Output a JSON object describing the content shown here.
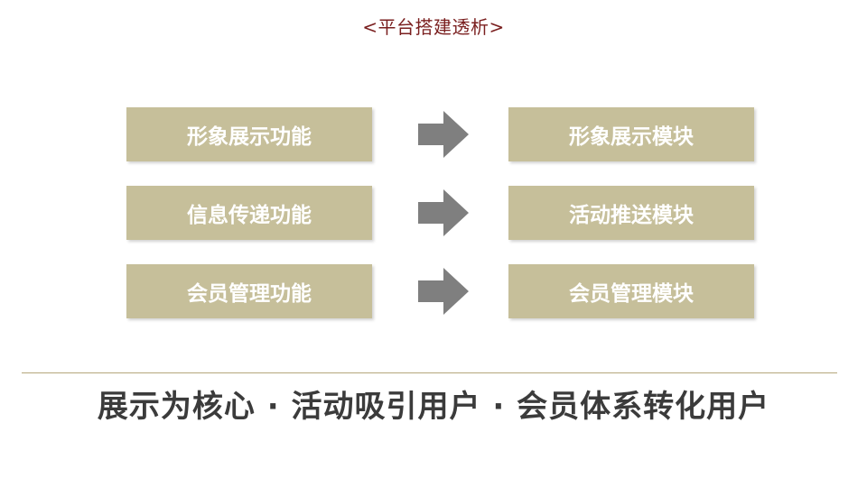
{
  "title": "<平台搭建透析>",
  "rows": [
    {
      "function_label": "形象展示功能",
      "module_label": "形象展示模块"
    },
    {
      "function_label": "信息传递功能",
      "module_label": "活动推送模块"
    },
    {
      "function_label": "会员管理功能",
      "module_label": "会员管理模块"
    }
  ],
  "tagline": "展示为核心 · 活动吸引用户 · 会员体系转化用户",
  "colors": {
    "box_fill": "#c6bf9a",
    "arrow_fill": "#7f7f7f",
    "title_color": "#7a1f1f",
    "divider_color": "#b5a77c",
    "tagline_color": "#3b3b3b"
  }
}
